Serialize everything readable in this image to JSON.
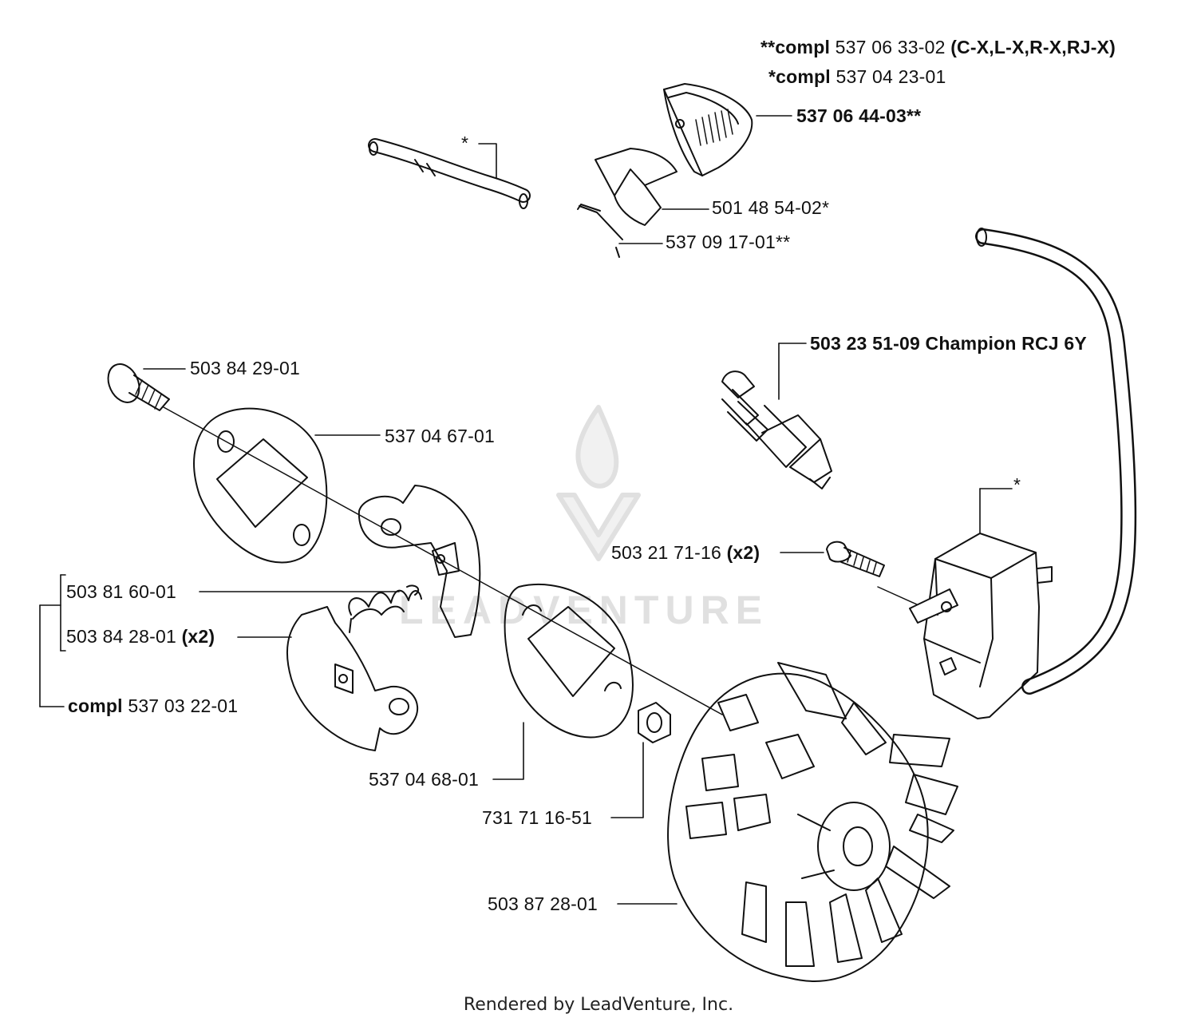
{
  "labels": {
    "compl_full_marker": "**",
    "compl_full_word": "compl",
    "compl_full_part": " 537 06 33-02 ",
    "compl_full_models": "(C-X,L-X,R-X,RJ-X)",
    "compl_sub_marker": "*",
    "compl_sub_word": "compl",
    "compl_sub_part": " 537 04 23-01",
    "cover": "537 06 44-03**",
    "hose_star": "*",
    "shield": "501 48 54-02*",
    "bracket": "537 09 17-01**",
    "spark_plug": "503 23 51-09 Champion RCJ 6Y",
    "screw_top": "503 84 29-01",
    "washer_plate": "537 04 67-01",
    "ignition_star": "*",
    "ignition_screw": "503 21 71-16 ",
    "ignition_screw_qty": "(x2)",
    "spring": "503 81 60-01",
    "shoe": "503 84 28-01 ",
    "shoe_qty": "(x2)",
    "clutch_compl_word": "compl",
    "clutch_compl_part": " 537 03 22-01",
    "plate": "537 04 68-01",
    "nut": "731 71 16-51",
    "flywheel": "503 87 28-01"
  },
  "footer": "Rendered by LeadVenture, Inc.",
  "watermark": "LEADVENTURE"
}
